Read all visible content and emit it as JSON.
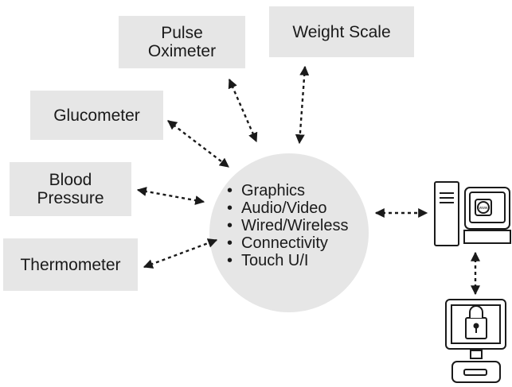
{
  "devices": {
    "pulse_oximeter": [
      "Pulse",
      "Oximeter"
    ],
    "weight_scale": [
      "Weight Scale"
    ],
    "glucometer": [
      "Glucometer"
    ],
    "blood_pressure": [
      "Blood",
      "Pressure"
    ],
    "thermometer": [
      "Thermometer"
    ]
  },
  "hub": {
    "features": [
      "Graphics",
      "Audio/Video",
      "Wired/Wireless",
      "Touch U/I"
    ],
    "feature_continuation": "Connectivity"
  },
  "endpoints": {
    "computer_screen_glyph": "www"
  }
}
